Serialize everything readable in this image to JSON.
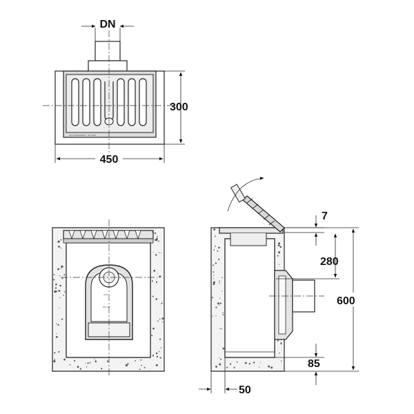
{
  "drawing": {
    "top_view": {
      "pipe_label": "DN",
      "height_label": "300",
      "width_label": "450"
    },
    "side_section": {
      "lip_label": "7",
      "upper_depth_label": "280",
      "total_depth_label": "600",
      "bottom_label": "85",
      "wall_label": "50"
    }
  }
}
